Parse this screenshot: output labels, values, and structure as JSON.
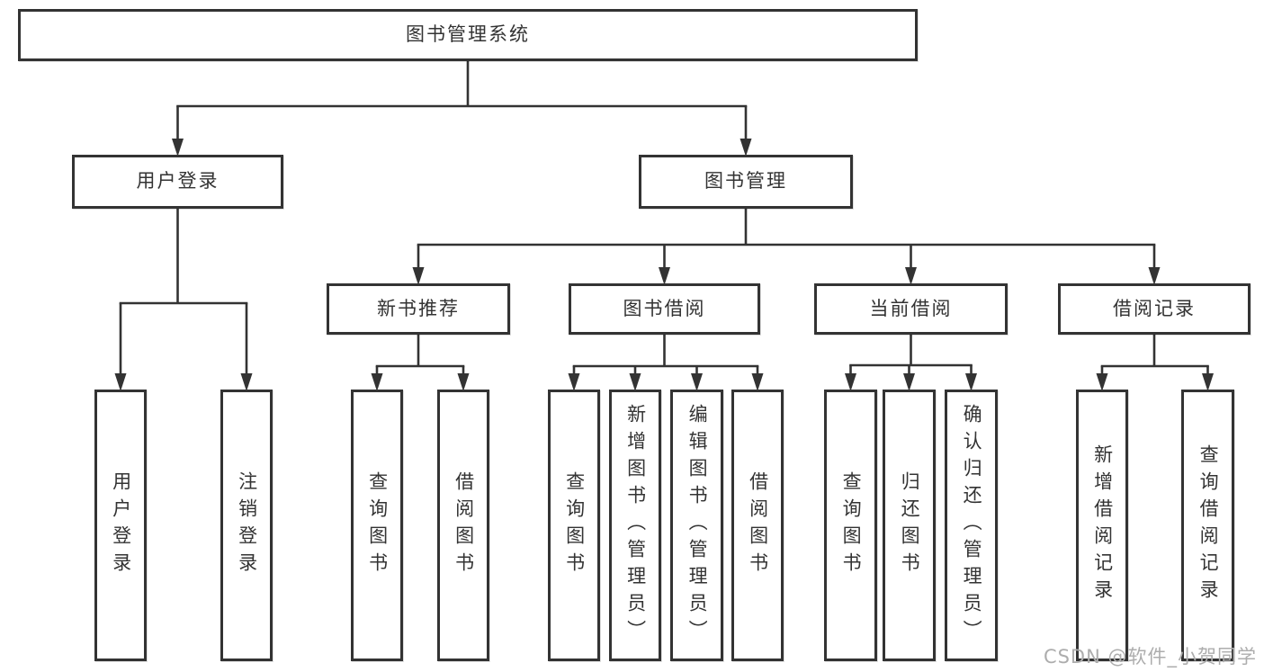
{
  "watermark": {
    "text": "CSDN @软件_小贺同学"
  },
  "colors": {
    "line": "#333333",
    "box_border": "#333333",
    "text": "#333333",
    "watermark": "#adadad",
    "background": "#ffffff"
  },
  "tree": {
    "id": "root",
    "label": "图书管理系统",
    "children": [
      {
        "id": "user-login",
        "label": "用户登录",
        "children": [
          {
            "id": "leaf-user-login",
            "label": "用户登录",
            "vertical": true
          },
          {
            "id": "leaf-logout",
            "label": "注销登录",
            "vertical": true
          }
        ]
      },
      {
        "id": "book-mgmt",
        "label": "图书管理",
        "children": [
          {
            "id": "new-book-rec",
            "label": "新书推荐",
            "children": [
              {
                "id": "nbr-query",
                "label": "查询图书",
                "vertical": true
              },
              {
                "id": "nbr-borrow",
                "label": "借阅图书",
                "vertical": true
              }
            ]
          },
          {
            "id": "book-borrow",
            "label": "图书借阅",
            "children": [
              {
                "id": "bb-query",
                "label": "查询图书",
                "vertical": true
              },
              {
                "id": "bb-add",
                "label": "新增图书（管理员）",
                "vertical": true
              },
              {
                "id": "bb-edit",
                "label": "编辑图书（管理员）",
                "vertical": true
              },
              {
                "id": "bb-borrow",
                "label": "借阅图书",
                "vertical": true
              }
            ]
          },
          {
            "id": "current-borrow",
            "label": "当前借阅",
            "children": [
              {
                "id": "cb-query",
                "label": "查询图书",
                "vertical": true
              },
              {
                "id": "cb-return",
                "label": "归还图书",
                "vertical": true
              },
              {
                "id": "cb-confirm",
                "label": "确认归还（管理员）",
                "vertical": true
              }
            ]
          },
          {
            "id": "borrow-records",
            "label": "借阅记录",
            "children": [
              {
                "id": "br-add",
                "label": "新增借阅记录",
                "vertical": true
              },
              {
                "id": "br-query",
                "label": "查询借阅记录",
                "vertical": true
              }
            ]
          }
        ]
      }
    ]
  }
}
